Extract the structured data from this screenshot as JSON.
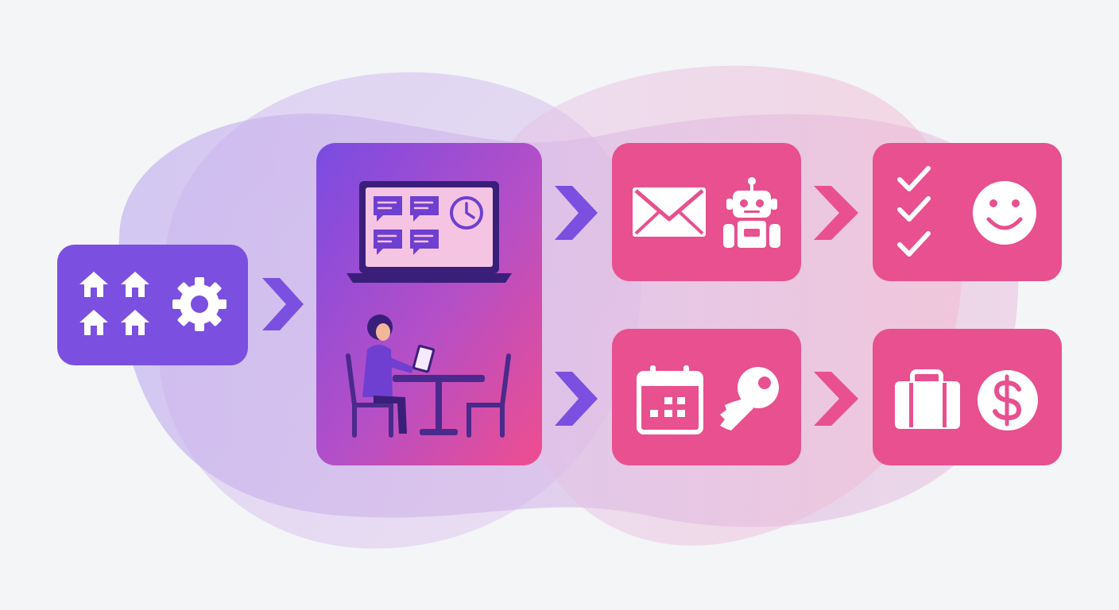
{
  "diagram": {
    "labels": [],
    "colors": {
      "background": "#f3f5f7",
      "purple": "#7b4fe0",
      "pink": "#e8508f",
      "white": "#ffffff"
    },
    "nodes": [
      {
        "id": "properties-and-settings",
        "icons": [
          "houses-icon",
          "gear-icon"
        ]
      },
      {
        "id": "platform-and-host",
        "icons": [
          "laptop-chat-dashboard-icon",
          "person-with-tablet-at-table-icon"
        ]
      },
      {
        "id": "messaging-and-automation",
        "icons": [
          "envelope-icon",
          "robot-icon"
        ]
      },
      {
        "id": "booking-and-access",
        "icons": [
          "calendar-icon",
          "key-icon"
        ]
      },
      {
        "id": "checklist-and-satisfaction",
        "icons": [
          "checklist-icon",
          "smiley-icon"
        ]
      },
      {
        "id": "business-and-revenue",
        "icons": [
          "briefcase-icon",
          "dollar-icon"
        ]
      }
    ],
    "arrows": [
      {
        "from": "properties-and-settings",
        "to": "platform-and-host"
      },
      {
        "from": "platform-and-host",
        "to": "messaging-and-automation"
      },
      {
        "from": "platform-and-host",
        "to": "booking-and-access"
      },
      {
        "from": "messaging-and-automation",
        "to": "checklist-and-satisfaction"
      },
      {
        "from": "booking-and-access",
        "to": "business-and-revenue"
      }
    ]
  }
}
